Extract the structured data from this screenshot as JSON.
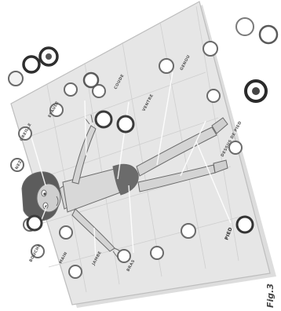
{
  "figure": {
    "caption": "Fig.3"
  },
  "board": {
    "labels": {
      "pied": "PIED",
      "dessus_de_pied": "DESSUS DE PIED",
      "genou": "GENOU",
      "ventre": "VENTRE",
      "coude": "COUDE",
      "epaule": "EPAULE",
      "nez": "NEZ",
      "oreille": "OREILLE",
      "bouche": "BOUCHE",
      "main": "MAIN",
      "jambe": "JAMBE",
      "bras": "BRAS"
    }
  },
  "colors": {
    "board": "#e6e6e6",
    "board_edge": "#bdbdbd",
    "token_dark": "#3a3a3a",
    "figure_outline": "#6a6a6a"
  }
}
